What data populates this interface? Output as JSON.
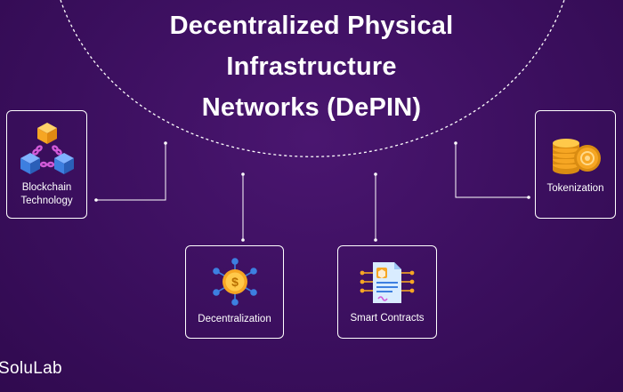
{
  "title": {
    "line1": "Decentralized Physical",
    "line2": "Infrastructure",
    "line3": "Networks (DePIN)"
  },
  "cards": {
    "blockchain": {
      "label": "Blockchain\nTechnology",
      "icon": "blockchain-cubes-icon"
    },
    "decentralization": {
      "label": "Decentralization",
      "icon": "decentralized-coin-network-icon"
    },
    "smart_contracts": {
      "label": "Smart Contracts",
      "icon": "smart-contract-document-icon"
    },
    "tokenization": {
      "label": "Tokenization",
      "icon": "coin-stack-icon"
    }
  },
  "brand": "SoluLab",
  "colors": {
    "background": "#3b0f5e",
    "line": "#ffffff",
    "accent_orange": "#f6a623",
    "accent_blue": "#3d7fe0",
    "accent_pink": "#d25ad8"
  }
}
